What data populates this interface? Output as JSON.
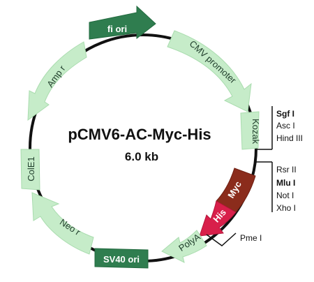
{
  "plasmid": {
    "name": "pCMV6-AC-Myc-His",
    "size": "6.0 kb"
  },
  "features": {
    "fi_ori": "fi ori",
    "cmv_promoter": "CMV promoter",
    "kozak": "Kozak",
    "myc": "Myc",
    "his": "His",
    "polya": "PolyA",
    "sv40_ori": "SV40 ori",
    "neo_r": "Neo r",
    "cole1": "ColE1",
    "amp_r": "Amp r"
  },
  "sites": {
    "group1": [
      "Sgf I",
      "Asc I",
      "Hind III"
    ],
    "group2": [
      "Rsr II",
      "Mlu I",
      "Not I",
      "Xho I"
    ],
    "pme": "Pme I"
  },
  "colors": {
    "light_green": "#c6ecc9",
    "dark_green": "#2f7d4f",
    "myc_red": "#8b2c1c",
    "his_pink": "#d81f4a",
    "backbone": "#111111"
  }
}
